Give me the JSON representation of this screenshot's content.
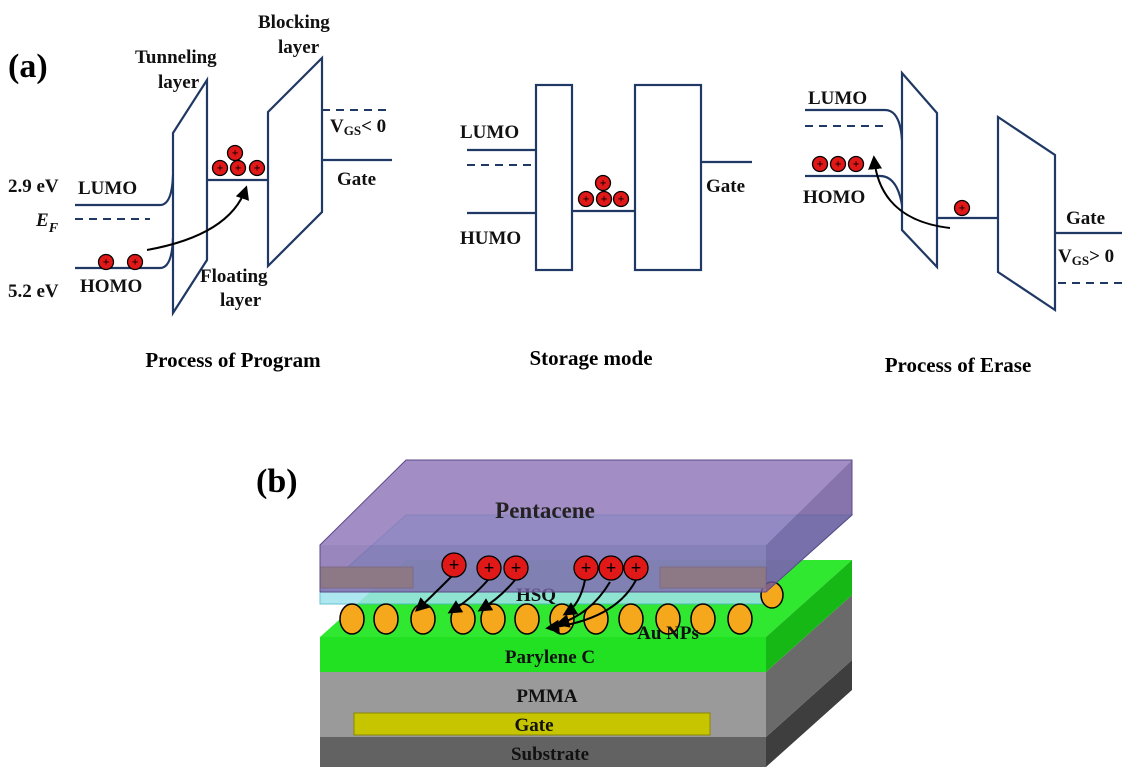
{
  "colors": {
    "band_line": "#1f3864",
    "caption": "#2b2bd9",
    "charge": "#e01818",
    "pentacene": "#8e74b8",
    "hsq": "#9fe3ee",
    "parylene": "#22e022",
    "pmma": "#9a9a9a",
    "gate_metal": "#c7c400",
    "substrate": "#626262",
    "nanoparticle": "#f5a81c"
  },
  "panel_a": {
    "label": "(a)",
    "program": {
      "caption": "Process of Program",
      "tunneling": [
        "Tunneling",
        "layer"
      ],
      "blocking": [
        "Blocking",
        "layer"
      ],
      "floating": [
        "Floating",
        "layer"
      ],
      "energy_lumo": "2.9 eV",
      "lumo": "LUMO",
      "ef_main": "E",
      "ef_sub": "F",
      "energy_homo": "5.2 eV",
      "homo": "HOMO",
      "vgs_main": "V",
      "vgs_sub": "GS",
      "vgs_rest": "< 0",
      "gate": "Gate"
    },
    "storage": {
      "caption": "Storage mode",
      "lumo": "LUMO",
      "homo": "HUMO",
      "gate": "Gate"
    },
    "erase": {
      "caption": "Process of Erase",
      "lumo": "LUMO",
      "homo": "HOMO",
      "gate": "Gate",
      "vgs_main": "V",
      "vgs_sub": "GS",
      "vgs_rest": "> 0"
    },
    "charge_symbol": "+"
  },
  "panel_b": {
    "label": "(b)",
    "pentacene": "Pentacene",
    "hsq": "HSQ",
    "au_nps": "Au NPs",
    "parylene": "Parylene C",
    "pmma": "PMMA",
    "gate": "Gate",
    "substrate": "Substrate"
  }
}
